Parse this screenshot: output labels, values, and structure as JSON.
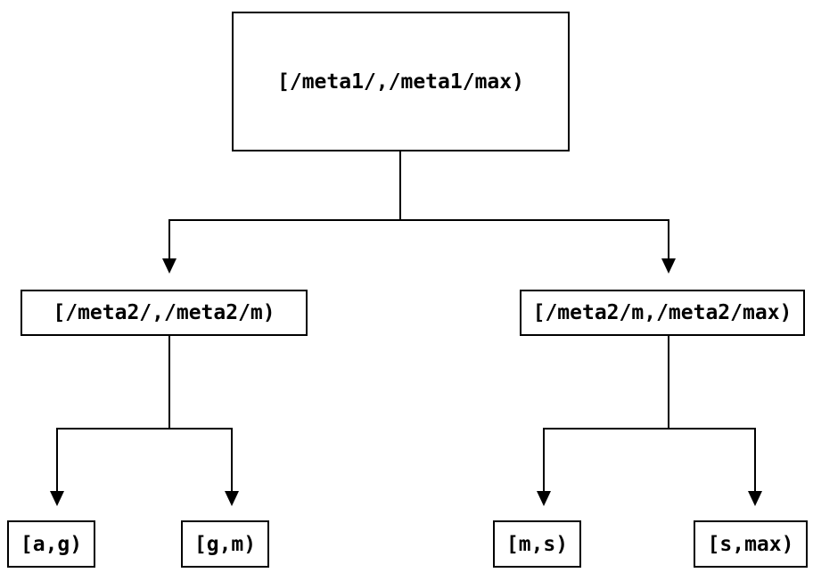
{
  "diagram": {
    "type": "tree",
    "background_color": "#ffffff",
    "line_color": "#000000",
    "node_border_color": "#000000",
    "text_color": "#000000",
    "nodes": {
      "root": {
        "label": "[/meta1/,/meta1/max)"
      },
      "left": {
        "label": "[/meta2/,/meta2/m)"
      },
      "right": {
        "label": "[/meta2/m,/meta2/max)"
      },
      "leaf_ag": {
        "label": "[a,g)"
      },
      "leaf_gm": {
        "label": "[g,m)"
      },
      "leaf_ms": {
        "label": "[m,s)"
      },
      "leaf_smax": {
        "label": "[s,max)"
      }
    },
    "edges": [
      {
        "from": "root",
        "to": "left"
      },
      {
        "from": "root",
        "to": "right"
      },
      {
        "from": "left",
        "to": "leaf_ag"
      },
      {
        "from": "left",
        "to": "leaf_gm"
      },
      {
        "from": "right",
        "to": "leaf_ms"
      },
      {
        "from": "right",
        "to": "leaf_smax"
      }
    ]
  }
}
